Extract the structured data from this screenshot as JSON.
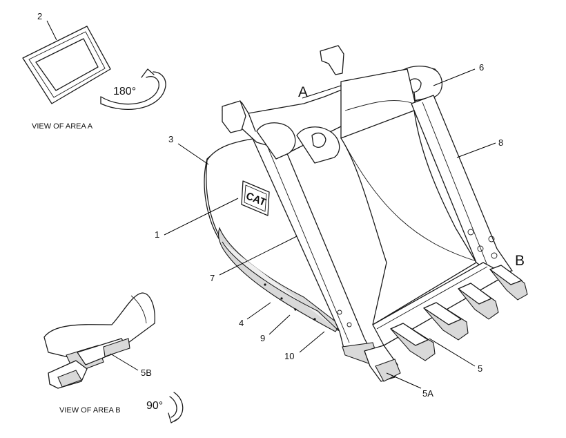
{
  "callouts": {
    "c1": "1",
    "c2": "2",
    "c3": "3",
    "c4": "4",
    "c5": "5",
    "c5a": "5A",
    "c5b": "5B",
    "c6": "6",
    "c7": "7",
    "c8": "8",
    "c9": "9",
    "c10": "10"
  },
  "areas": {
    "a": "A",
    "b": "B"
  },
  "views": {
    "area_a": "VIEW OF AREA A",
    "area_b": "VIEW OF AREA B"
  },
  "rotations": {
    "a": "180°",
    "b": "90°"
  },
  "logo_text": "CAT"
}
